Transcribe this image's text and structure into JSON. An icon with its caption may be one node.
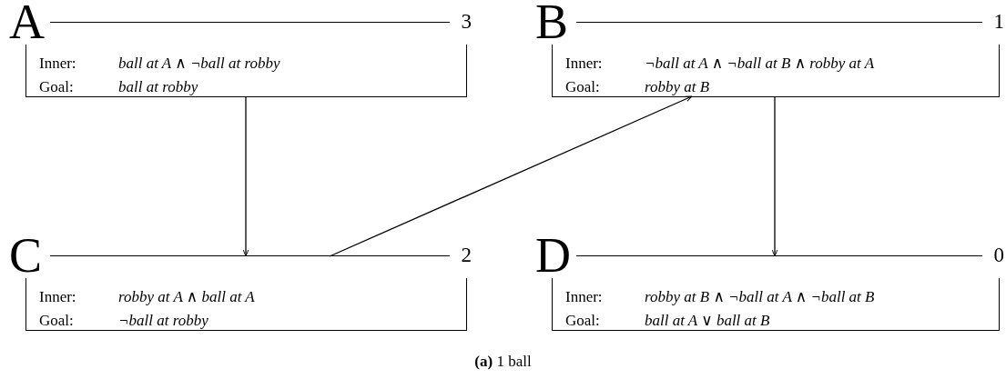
{
  "diagram": {
    "nodes": [
      {
        "text": [
          "A",
          "3",
          "Inner:",
          "ball at A ∧ ¬ball at robby",
          "Goal:",
          "ball at robby"
        ]
      },
      {
        "text": [
          "B",
          "1",
          "Inner:",
          "¬ball at A ∧ ¬ball at B ∧ robby at A",
          "Goal:",
          "robby at B"
        ]
      },
      {
        "text": [
          "C",
          "2",
          "Inner:",
          "robby at A ∧ ball at A",
          "Goal:",
          "¬ball at robby"
        ]
      },
      {
        "text": [
          "D",
          "0",
          "Inner:",
          "robby at B ∧ ¬ball at A ∧ ¬ball at B",
          "Goal:",
          "ball at A ∨ ball at B"
        ]
      }
    ],
    "edges": [
      {
        "from": 0,
        "to": 2,
        "arrow": "to"
      },
      {
        "from": 2,
        "to": 1,
        "arrow": "to"
      },
      {
        "from": 1,
        "to": 3,
        "arrow": "to"
      }
    ],
    "caption": "**(a)** 1 ball"
  }
}
